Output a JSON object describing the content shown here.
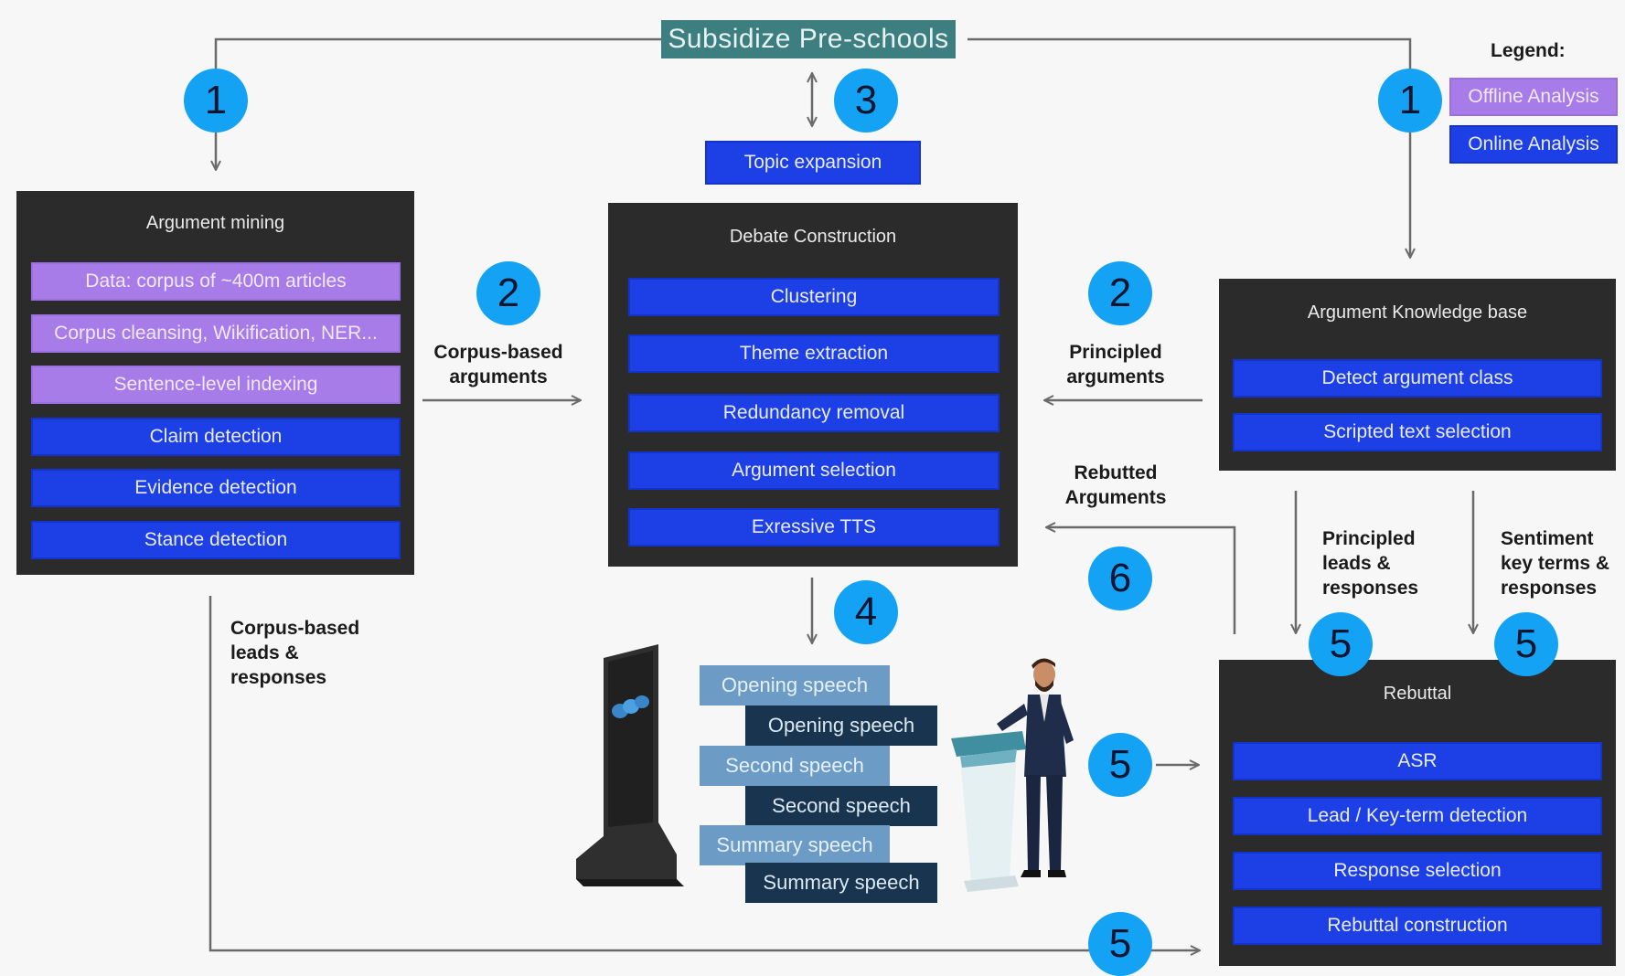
{
  "topic": "Subsidize Pre-schools",
  "topic_expansion": "Topic expansion",
  "legend": {
    "title": "Legend:",
    "offline": "Offline Analysis",
    "online": "Online Analysis"
  },
  "argument_mining": {
    "title": "Argument mining",
    "items": [
      "Data: corpus of ~400m articles",
      "Corpus cleansing, Wikification, NER...",
      "Sentence-level indexing",
      "Claim detection",
      "Evidence detection",
      "Stance detection"
    ]
  },
  "debate_construction": {
    "title": "Debate Construction",
    "items": [
      "Clustering",
      "Theme extraction",
      "Redundancy removal",
      "Argument selection",
      "Exressive TTS"
    ]
  },
  "knowledge_base": {
    "title": "Argument Knowledge base",
    "items": [
      "Detect argument class",
      "Scripted text selection"
    ]
  },
  "rebuttal": {
    "title": "Rebuttal",
    "items": [
      "ASR",
      "Lead / Key-term detection",
      "Response selection",
      "Rebuttal construction"
    ]
  },
  "speeches": [
    "Opening speech",
    "Opening speech",
    "Second speech",
    "Second speech",
    "Summary speech",
    "Summary speech"
  ],
  "labels": {
    "corpus_args": [
      "Corpus-based",
      "arguments"
    ],
    "principled_args": [
      "Principled",
      "arguments"
    ],
    "rebutted_args": [
      "Rebutted",
      "Arguments"
    ],
    "principled_leads": [
      "Principled",
      "leads &",
      "responses"
    ],
    "sentiment": [
      "Sentiment",
      "key terms &",
      "responses"
    ],
    "corpus_leads": [
      "Corpus-based",
      "leads &",
      "responses"
    ]
  },
  "step_numbers": [
    "1",
    "1",
    "2",
    "2",
    "3",
    "4",
    "5",
    "5",
    "5",
    "5",
    "6"
  ],
  "colors": {
    "online": "#1c3fe6",
    "offline": "#a77ce8",
    "step": "#14a3f4",
    "topic": "#3d7e80",
    "panel": "#2b2b2b"
  }
}
